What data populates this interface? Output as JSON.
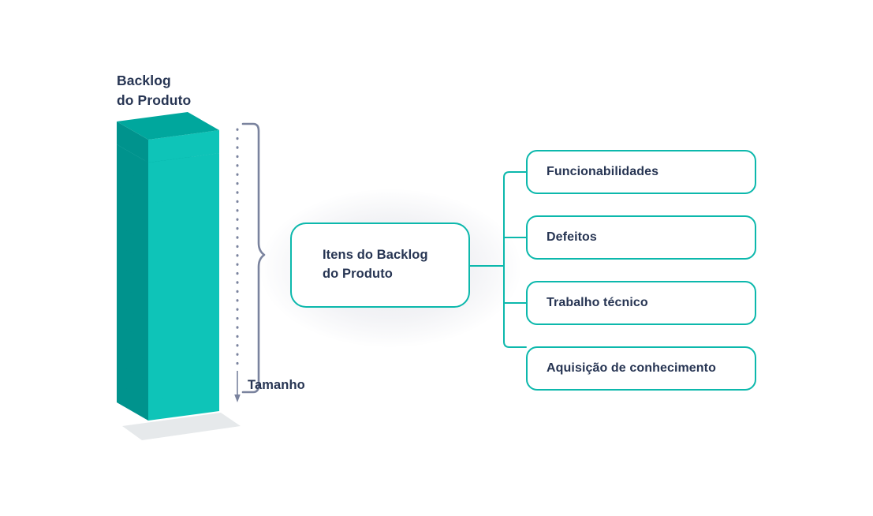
{
  "diagram": {
    "title_block": {
      "line1": "Backlog",
      "line2": "do Produto"
    },
    "stack": {
      "icon_name": "stacked-layers-3d-icon",
      "layer_count": 14,
      "colors": {
        "top_face": "#00a79d",
        "side_face": "#00938d",
        "front_face": "#0ec4b8",
        "shadow": "#e5e8ea"
      }
    },
    "measure": {
      "brace_name": "curly-brace-right",
      "dotted_line_name": "dotted-measure-line",
      "label": "Tamanho",
      "stroke_color": "#7a839e"
    },
    "center_node": {
      "line1": "Itens do Backlog",
      "line2": "do Produto"
    },
    "leaf_nodes": [
      {
        "label": "Funcionabilidades"
      },
      {
        "label": "Defeitos"
      },
      {
        "label": "Trabalho técnico"
      },
      {
        "label": "Aquisição de conhecimento"
      }
    ],
    "colors": {
      "accent": "#0cb8ac",
      "text": "#273553",
      "background": "#ffffff"
    }
  }
}
